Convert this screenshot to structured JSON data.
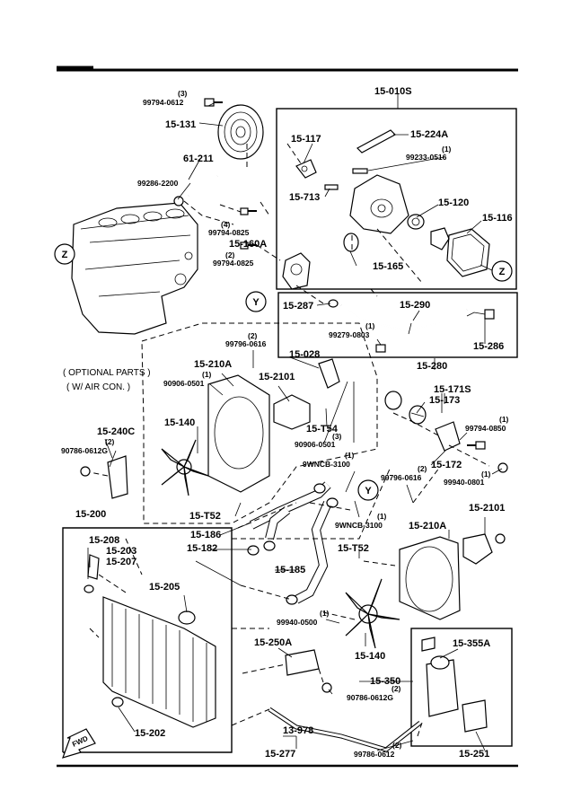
{
  "labels": {
    "l_99794_0612_qty": "(3)",
    "l_99794_0612": "99794-0612",
    "l_15_131": "15-131",
    "l_61_211": "61-211",
    "l_99286_2200": "99286-2200",
    "l_99794_0825a_qty": "(4)",
    "l_99794_0825a": "99794-0825",
    "l_15_160A": "15-160A",
    "l_99794_0825b_qty": "(2)",
    "l_99794_0825b": "99794-0825",
    "l_15_010S": "15-010S",
    "l_15_224A": "15-224A",
    "l_15_117": "15-117",
    "l_99233_0516_qty": "(1)",
    "l_99233_0516": "99233-0516",
    "l_15_713": "15-713",
    "l_15_120": "15-120",
    "l_15_116": "15-116",
    "l_15_165": "15-165",
    "l_15_287": "15-287",
    "l_15_290": "15-290",
    "l_99279_0803_qty": "(1)",
    "l_99279_0803": "99279-0803",
    "l_15_286": "15-286",
    "l_15_280": "15-280",
    "l_99796_0616a_qty": "(2)",
    "l_99796_0616a": "99796-0616",
    "l_15_028": "15-028",
    "l_15_210A_a": "15-210A",
    "l_90906_0501a_qty": "(1)",
    "l_90906_0501a": "90906-0501",
    "l_15_2101a": "15-2101",
    "l_15_140a": "15-140",
    "l_15_T54": "15-T54",
    "l_90906_0501b_qty": "(3)",
    "l_90906_0501b": "90906-0501",
    "l_15_171S": "15-171S",
    "l_15_173": "15-173",
    "l_99794_0850_qty": "(1)",
    "l_99794_0850": "99794-0850",
    "l_15_172": "15-172",
    "l_99940_0801_qty": "(1)",
    "l_99940_0801": "99940-0801",
    "l_9WNCB_3100a_qty": "(1)",
    "l_9WNCB_3100a": "9WNCB-3100",
    "l_9WNCB_3100b_qty": "(1)",
    "l_9WNCB_3100b": "9WNCB-3100",
    "l_99796_0616b_qty": "(2)",
    "l_99796_0616b": "99796-0616",
    "l_15_2101b": "15-2101",
    "l_15_240C": "15-240C",
    "l_90786_0612Ga_qty": "(2)",
    "l_90786_0612Ga": "90786-0612G",
    "l_15_T52a": "15-T52",
    "l_15_186": "15-186",
    "l_15_182": "15-182",
    "l_15_185": "15-185",
    "l_15_210A_b": "15-210A",
    "l_15_T52b": "15-T52",
    "l_15_200": "15-200",
    "l_15_208": "15-208",
    "l_15_203": "15-203",
    "l_15_207": "15-207",
    "l_15_205": "15-205",
    "l_99940_0500_qty": "(1)",
    "l_99940_0500": "99940-0500",
    "l_15_140b": "15-140",
    "l_15_250A": "15-250A",
    "l_15_355A": "15-355A",
    "l_15_350": "15-350",
    "l_90786_0612Gb_qty": "(2)",
    "l_90786_0612Gb": "90786-0612G",
    "l_15_202": "15-202",
    "l_13_978": "13-978",
    "l_99786_0612_qty": "(2)",
    "l_99786_0612": "99786-0612",
    "l_15_277": "15-277",
    "l_15_251": "15-251",
    "optional_line1": "( OPTIONAL PARTS )",
    "optional_line2": "( W/ AIR CON. )",
    "marker_Y": "Y",
    "marker_Z": "Z",
    "fwd": "FWD"
  }
}
